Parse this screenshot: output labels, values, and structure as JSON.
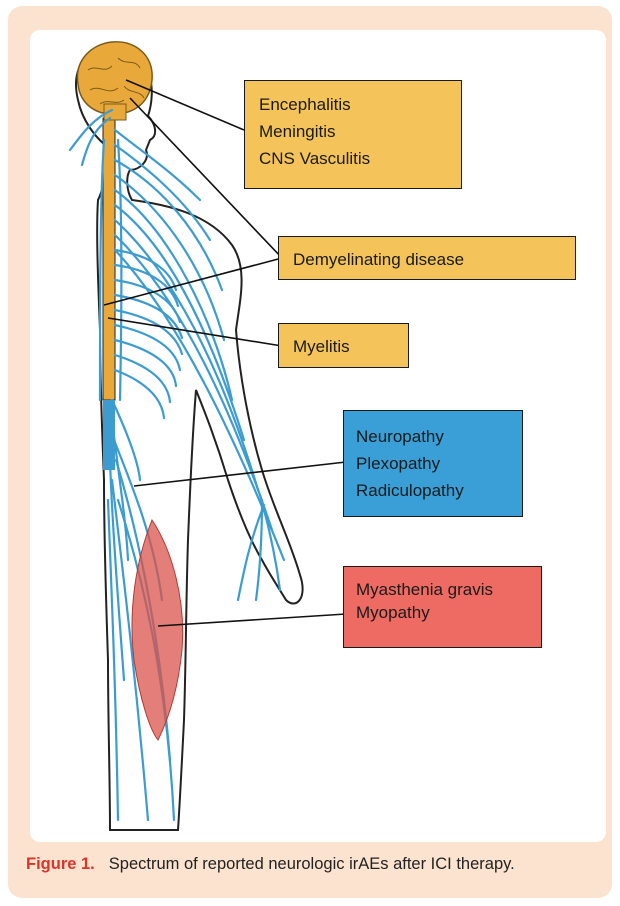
{
  "diagram": {
    "labels": {
      "brain_conditions": [
        "Encephalitis",
        "Meningitis",
        "CNS Vasculitis"
      ],
      "demyelinating": "Demyelinating disease",
      "myelitis": "Myelitis",
      "peripheral_nerve": [
        "Neuropathy",
        "Plexopathy",
        "Radiculopathy"
      ],
      "muscle": [
        "Myasthenia gravis",
        "Myopathy"
      ]
    },
    "colors": {
      "cns_box": "#f4c45a",
      "nerve_box": "#3a9fd6",
      "muscle_box": "#ee6b64",
      "nerves": "#3d9ccf",
      "brain": "#e8a93a",
      "muscle": "#d9534b",
      "frame": "#fbe3cf",
      "caption_accent": "#d9352b"
    }
  },
  "caption": {
    "number": "Figure 1.",
    "text": "Spectrum of reported neurologic irAEs after ICI therapy."
  }
}
